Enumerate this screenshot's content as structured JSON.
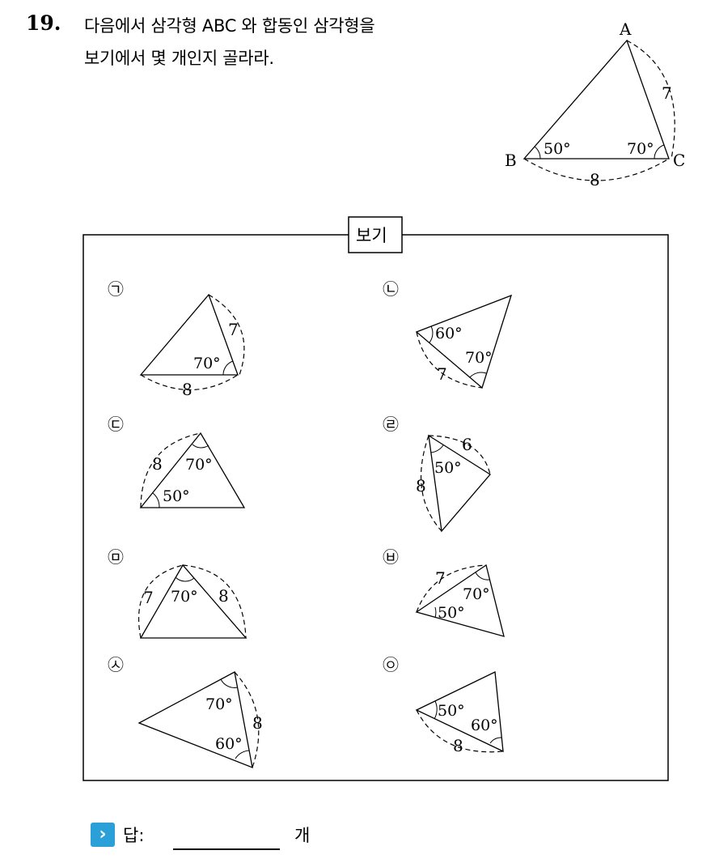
{
  "question": {
    "number": "19.",
    "line1": "다음에서 삼각형 ABC 와 합동인 삼각형을",
    "line2": "보기에서 몇 개인지 골라라."
  },
  "main_triangle": {
    "vertex_a": "A",
    "vertex_b": "B",
    "vertex_c": "C",
    "side_ac": "7",
    "side_bc": "8",
    "angle_b": "50°",
    "angle_c": "70°"
  },
  "bogi": {
    "title": "보기",
    "items": [
      {
        "marker": "㉠",
        "labels": [
          "7",
          "70°",
          "8"
        ]
      },
      {
        "marker": "㉡",
        "labels": [
          "60°",
          "70°",
          "7"
        ]
      },
      {
        "marker": "㉢",
        "labels": [
          "8",
          "70°",
          "50°"
        ]
      },
      {
        "marker": "㉣",
        "labels": [
          "6",
          "50°",
          "8"
        ]
      },
      {
        "marker": "㉤",
        "labels": [
          "7",
          "70°",
          "8"
        ]
      },
      {
        "marker": "㉥",
        "labels": [
          "7",
          "70°",
          "50°"
        ]
      },
      {
        "marker": "㉦",
        "labels": [
          "70°",
          "8",
          "60°"
        ]
      },
      {
        "marker": "㉧",
        "labels": [
          "50°",
          "60°",
          "8"
        ]
      }
    ]
  },
  "answer": {
    "label": "답:",
    "unit": "개",
    "arrow": "›"
  }
}
